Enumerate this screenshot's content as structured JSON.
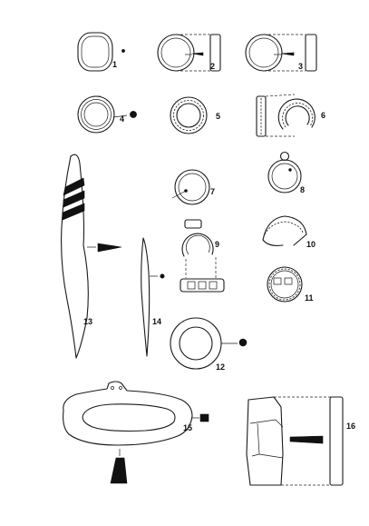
{
  "plate": {
    "figures": [
      {
        "id": "fig-1",
        "label": "1"
      },
      {
        "id": "fig-2",
        "label": "2"
      },
      {
        "id": "fig-3",
        "label": "3"
      },
      {
        "id": "fig-4",
        "label": "4"
      },
      {
        "id": "fig-5",
        "label": "5"
      },
      {
        "id": "fig-6",
        "label": "6"
      },
      {
        "id": "fig-7",
        "label": "7"
      },
      {
        "id": "fig-8",
        "label": "8"
      },
      {
        "id": "fig-9",
        "label": "9"
      },
      {
        "id": "fig-10",
        "label": "10"
      },
      {
        "id": "fig-11",
        "label": "11"
      },
      {
        "id": "fig-12",
        "label": "12"
      },
      {
        "id": "fig-13",
        "label": "13"
      },
      {
        "id": "fig-14",
        "label": "14"
      },
      {
        "id": "fig-15",
        "label": "15"
      },
      {
        "id": "fig-16",
        "label": "16"
      }
    ],
    "colors": {
      "ink": "#1a1a1a",
      "paper": "#ffffff"
    }
  }
}
